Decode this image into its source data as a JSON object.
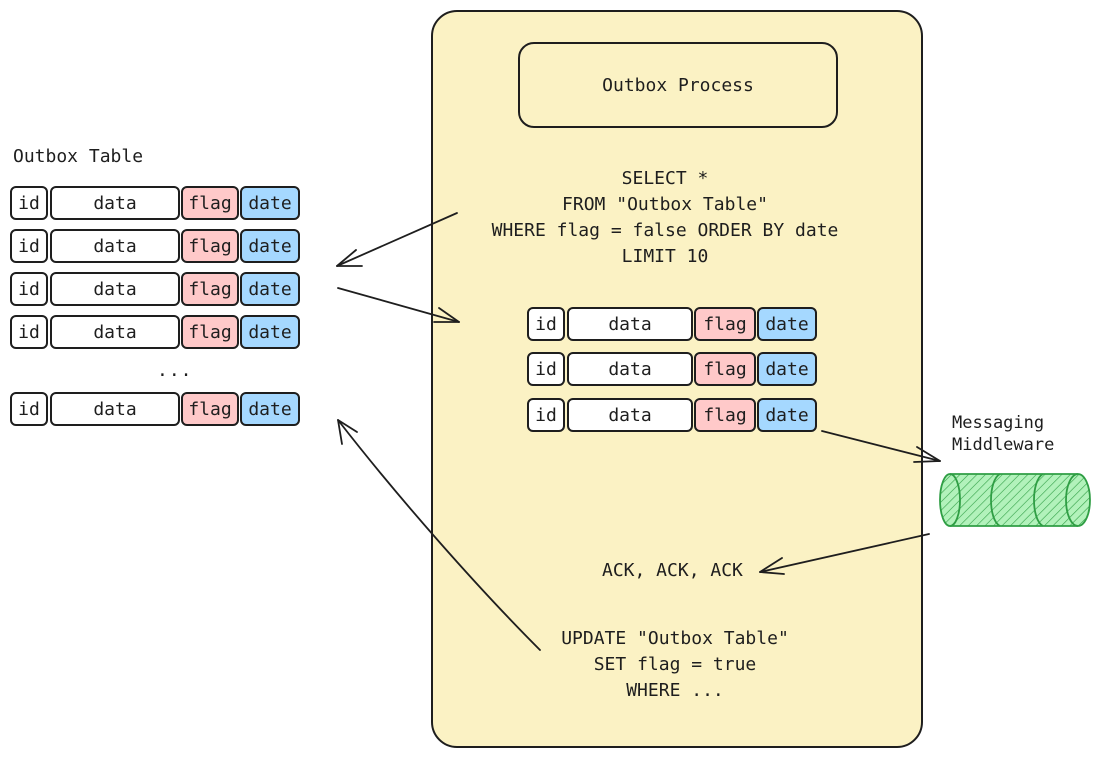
{
  "outbox_table": {
    "title": "Outbox Table",
    "columns": [
      "id",
      "data",
      "flag",
      "date"
    ],
    "ellipsis": "..."
  },
  "process": {
    "title": "Outbox Process",
    "select_query": [
      "SELECT *",
      "FROM \"Outbox Table\"",
      "WHERE flag = false ORDER BY date",
      "LIMIT 10"
    ],
    "columns": [
      "id",
      "data",
      "flag",
      "date"
    ],
    "acks": "ACK, ACK, ACK",
    "update_query": [
      "UPDATE \"Outbox Table\"",
      "SET flag = true",
      "WHERE ..."
    ]
  },
  "middleware": {
    "label": [
      "Messaging",
      "Middleware"
    ],
    "color": "#2f9e44",
    "fill": "#b2f2bb"
  },
  "colors": {
    "panel": "#fbf2c4",
    "flag": "#ffc9c9",
    "date": "#a5d8ff",
    "stroke": "#1e1e1e"
  }
}
